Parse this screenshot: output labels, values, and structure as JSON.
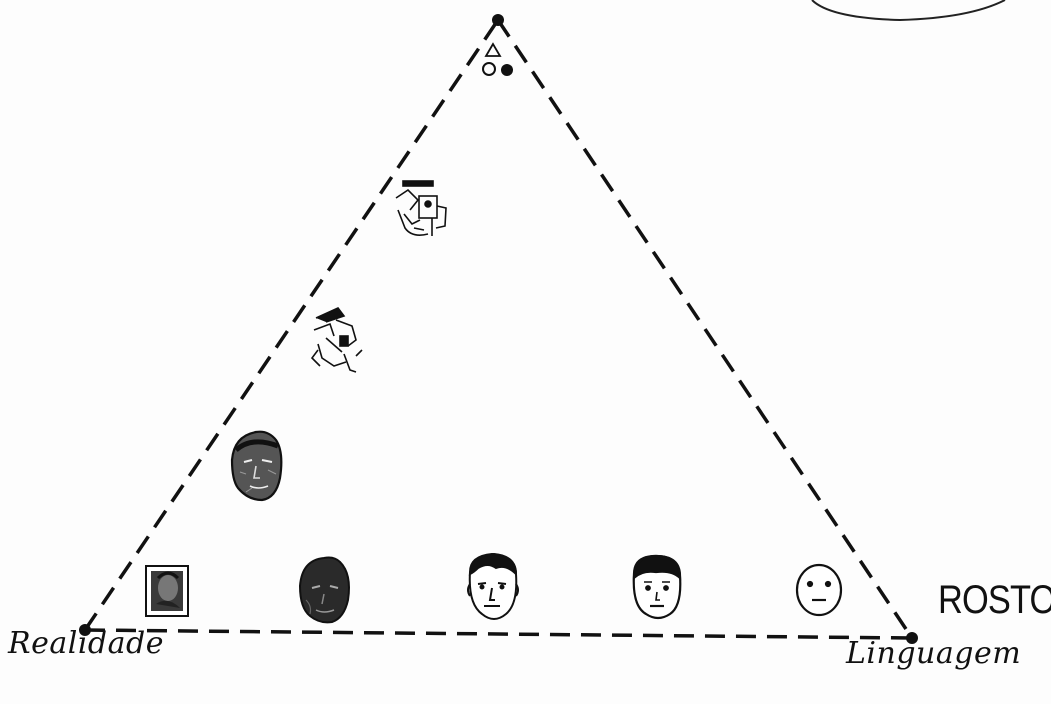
{
  "labels": {
    "realidade": "Realidade",
    "linguagem": "Linguagem",
    "rosto": "ROSTO."
  },
  "colors": {
    "ink": "#111111",
    "paper": "#fdfdfd"
  },
  "icons": {
    "top_vertex_glyph": "triangle-circle-dot-icon",
    "faces": [
      "cubist-face-icon",
      "abstract-cubist-face-icon",
      "textured-face-icon",
      "photo-portrait-icon",
      "dark-shaded-face-icon",
      "line-drawn-face-icon",
      "simple-drawn-face-icon",
      "smiley-face-icon"
    ]
  }
}
